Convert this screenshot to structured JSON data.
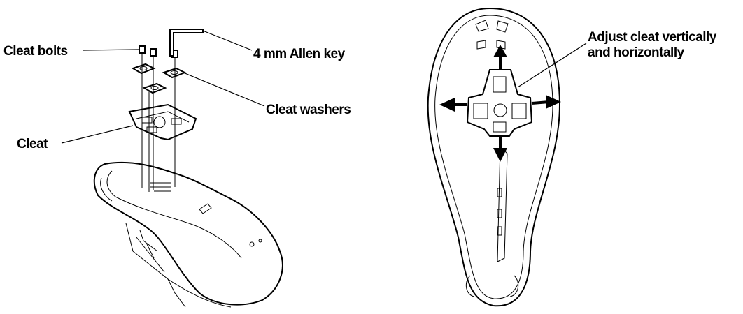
{
  "labels": {
    "cleat_bolts": "Cleat bolts",
    "allen_key": "4 mm Allen key",
    "cleat_washers": "Cleat washers",
    "cleat": "Cleat",
    "adjust_line1": "Adjust cleat vertically",
    "adjust_line2": "and horizontally"
  }
}
